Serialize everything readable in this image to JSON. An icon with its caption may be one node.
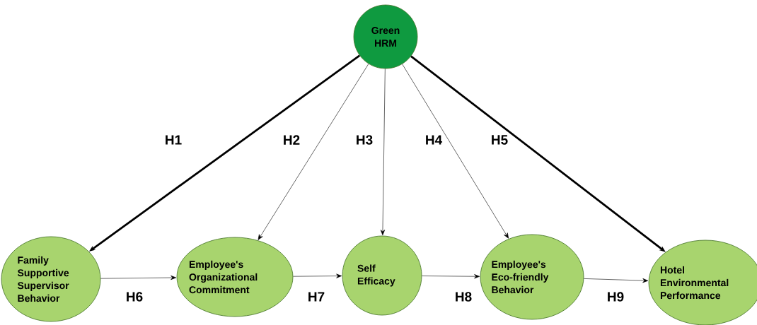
{
  "diagram": {
    "nodes": [
      {
        "text": [
          "Green HRM"
        ]
      },
      {
        "text": [
          "Family Supportive Supervisor Behavior"
        ]
      },
      {
        "text": [
          "Employee's Organizational Commitment"
        ]
      },
      {
        "text": [
          "Self Efficacy"
        ]
      },
      {
        "text": [
          "Employee's Eco-friendly Behavior"
        ]
      },
      {
        "text": [
          "Hotel Environmental Performance"
        ]
      }
    ],
    "edges": [
      {
        "from": 0,
        "to": 1,
        "arrow": "to",
        "label": "H1",
        "style": "thick"
      },
      {
        "from": 0,
        "to": 2,
        "arrow": "to",
        "label": "H2"
      },
      {
        "from": 0,
        "to": 3,
        "arrow": "to",
        "label": "H3"
      },
      {
        "from": 0,
        "to": 4,
        "arrow": "to",
        "label": "H4"
      },
      {
        "from": 0,
        "to": 5,
        "arrow": "to",
        "label": "H5",
        "style": "thick"
      },
      {
        "from": 1,
        "to": 2,
        "arrow": "to",
        "label": "H6"
      },
      {
        "from": 2,
        "to": 3,
        "arrow": "to",
        "label": "H7"
      },
      {
        "from": 3,
        "to": 4,
        "arrow": "to",
        "label": "H8"
      },
      {
        "from": 4,
        "to": 5,
        "arrow": "to",
        "label": "H9"
      }
    ]
  }
}
